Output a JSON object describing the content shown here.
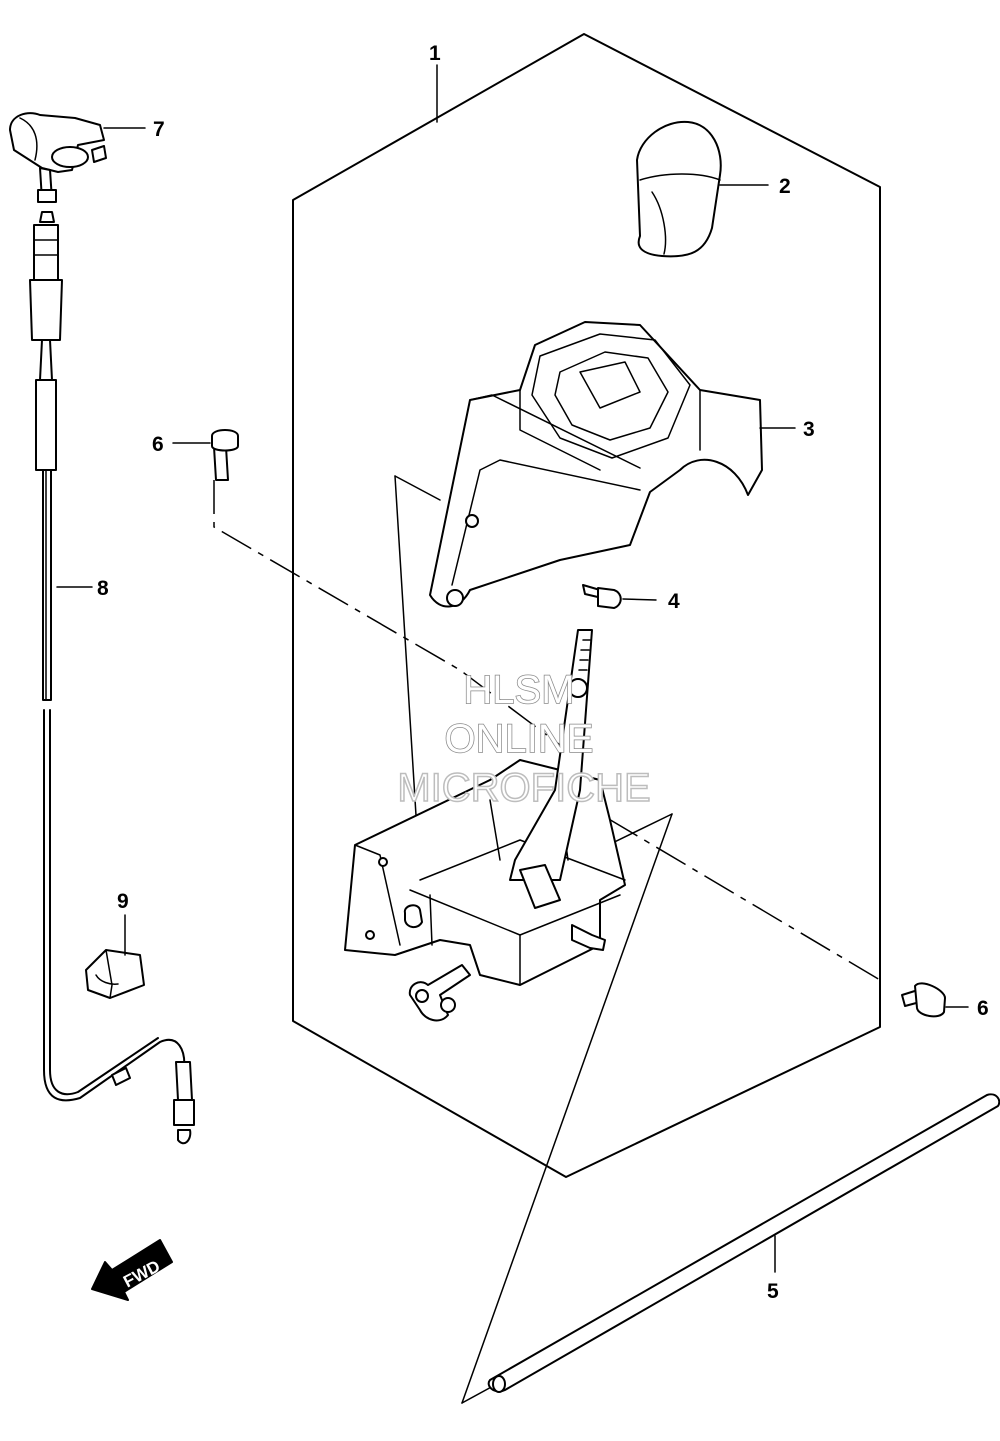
{
  "callouts": {
    "c1": "1",
    "c2": "2",
    "c3": "3",
    "c4": "4",
    "c5": "5",
    "c6a": "6",
    "c6b": "6",
    "c7": "7",
    "c8": "8",
    "c9": "9"
  },
  "watermark": {
    "line1": "HLSM",
    "line2": "ONLINE",
    "line3": "MICROFICHE"
  },
  "fwd_label": "FWD"
}
